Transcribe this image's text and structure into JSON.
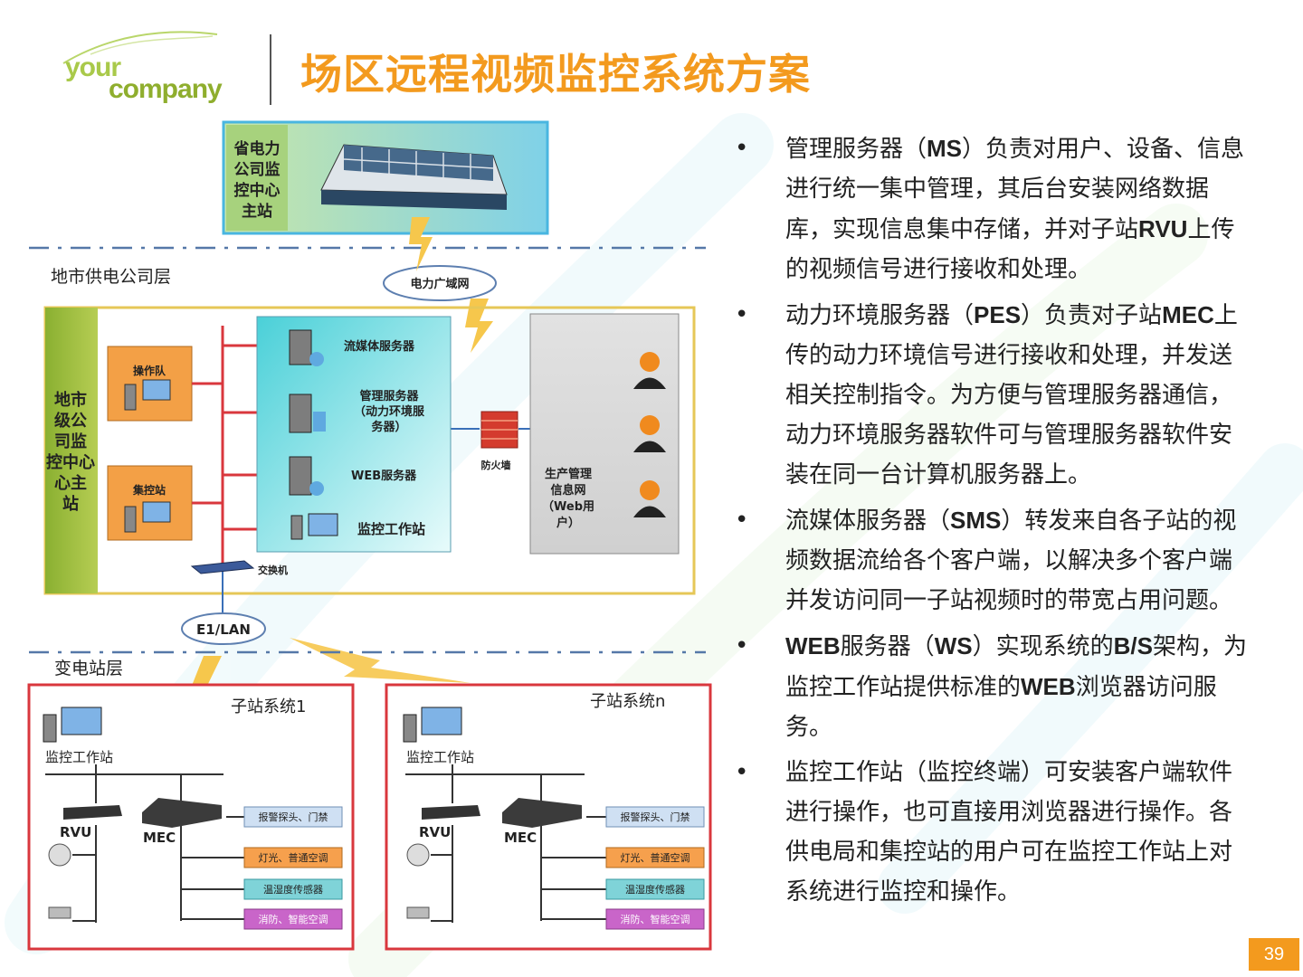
{
  "logo": {
    "line1": "your",
    "line2": "company"
  },
  "title": "场区远程视频监控系统方案",
  "page_number": "39",
  "diagram": {
    "province_center": "省电力公司监控中心主站",
    "province_center_lines": [
      "省电力",
      "公司监",
      "控中心",
      "主站"
    ],
    "city_layer_label": "地市供电公司层",
    "wan_cloud": "电力广域网",
    "city_center_lines": [
      "地市",
      "级公",
      "司监",
      "控中心",
      "心主",
      "站"
    ],
    "ops_team": "操作队",
    "control_station": "集控站",
    "servers": {
      "streaming": "流媒体服务器",
      "mgmt_lines": [
        "管理服务器",
        "（动力环境服",
        "务器）"
      ],
      "web": "WEB服务器",
      "workstation": "监控工作站"
    },
    "firewall": "防火墙",
    "prod_mis_lines": [
      "生产管理",
      "信息网",
      "（Web用",
      "户）"
    ],
    "switch": "交换机",
    "e1_cloud": "E1/LAN",
    "substation_layer_label": "变电站层",
    "substations": [
      {
        "title": "子站系统1",
        "workstation": "监控工作站",
        "rvu": "RVU",
        "mec": "MEC",
        "devices": [
          "报警探头、门禁",
          "灯光、普通空调",
          "温湿度传感器",
          "消防、智能空调"
        ]
      },
      {
        "title": "子站系统n",
        "workstation": "监控工作站",
        "rvu": "RVU",
        "mec": "MEC",
        "devices": [
          "报警探头、门禁",
          "灯光、普通空调",
          "温湿度传感器",
          "消防、智能空调"
        ]
      }
    ],
    "device_colors": [
      "#cfe0f3",
      "#f6a04d",
      "#7fd3d8",
      "#c965c9"
    ]
  },
  "bullets": [
    {
      "parts": [
        {
          "t": "管理服务器（"
        },
        {
          "t": "MS",
          "b": true
        },
        {
          "t": "）负责对用户、设备、信息进行统一集中管理，其后台安装网络数据库，实现信息集中存储，并对子站"
        },
        {
          "t": "RVU",
          "b": true
        },
        {
          "t": "上传的视频信号进行接收和处理。"
        }
      ]
    },
    {
      "parts": [
        {
          "t": "动力环境服务器（"
        },
        {
          "t": "PES",
          "b": true
        },
        {
          "t": "）负责对子站"
        },
        {
          "t": "MEC",
          "b": true
        },
        {
          "t": "上传的动力环境信号进行接收和处理，并发送相关控制指令。为方便与管理服务器通信，动力环境服务器软件可与管理服务器软件安装在同一台计算机服务器上。"
        }
      ]
    },
    {
      "parts": [
        {
          "t": "流媒体服务器（"
        },
        {
          "t": "SMS",
          "b": true
        },
        {
          "t": "）转发来自各子站的视频数据流给各个客户端，以解决多个客户端并发访问同一子站视频时的带宽占用问题。"
        }
      ]
    },
    {
      "parts": [
        {
          "t": "WEB",
          "b": true
        },
        {
          "t": "服务器（"
        },
        {
          "t": "WS",
          "b": true
        },
        {
          "t": "）实现系统的"
        },
        {
          "t": "B/S",
          "b": true
        },
        {
          "t": "架构，为监控工作站提供标准的"
        },
        {
          "t": "WEB",
          "b": true
        },
        {
          "t": "浏览器访问服务。"
        }
      ]
    },
    {
      "parts": [
        {
          "t": "监控工作站（监控终端）可安装客户端软件进行操作，也可直接用浏览器进行操作。各供电局和集控站的用户可在监控工作站上对系统进行监控和操作。"
        }
      ]
    }
  ],
  "colors": {
    "accent": "#f39a1e",
    "logo_green": "#8fae2e"
  }
}
